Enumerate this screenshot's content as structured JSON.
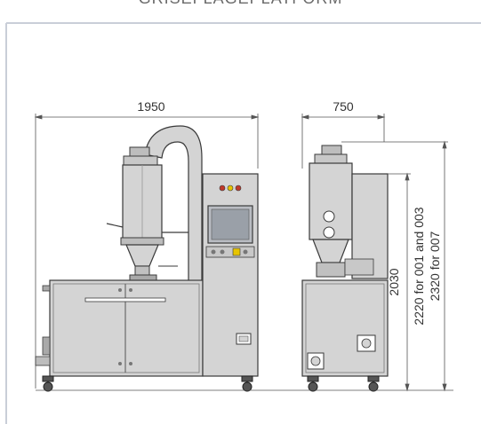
{
  "header": {
    "title": "GRISEFLAGEPLATFORM"
  },
  "front_view": {
    "width_label": "1950"
  },
  "side_view": {
    "depth_label": "750",
    "cabinet_height_label": "2030",
    "height_label_line1": "2220 for 001 and 003",
    "height_label_line2": "2320 for 007"
  },
  "colors": {
    "machine_fill": "#d4d4d4",
    "machine_dark": "#a9a9a9",
    "outline": "#3a3a3a",
    "frame_border": "#c9ced8",
    "dimension_line": "#555555",
    "button_yellow": "#e7c400",
    "button_red": "#c0392b"
  }
}
